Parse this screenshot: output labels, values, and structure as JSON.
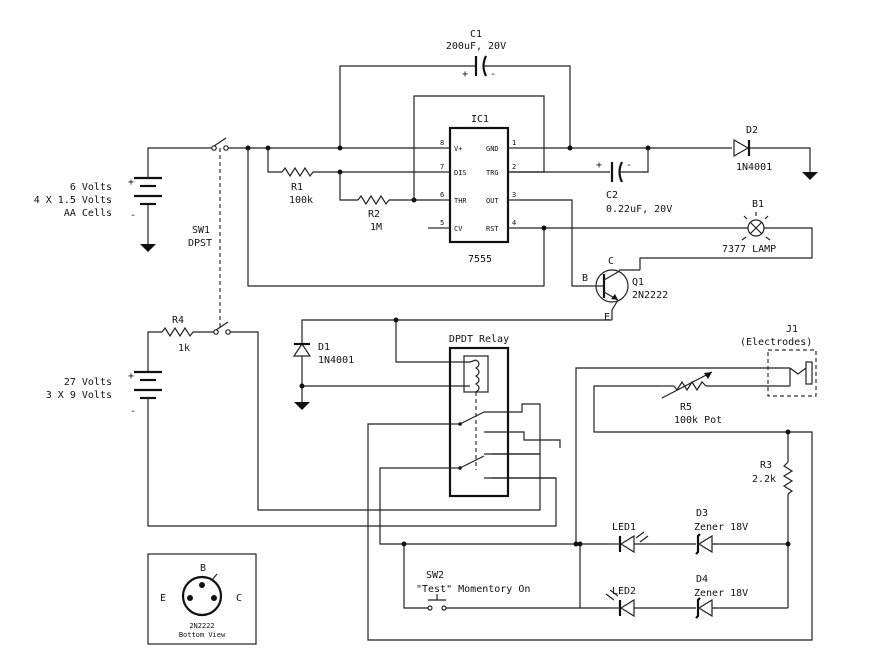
{
  "c1": {
    "name": "C1",
    "value": "200uF, 20V",
    "plus": "+",
    "minus": "-"
  },
  "c2": {
    "name": "C2",
    "value": "0.22uF, 20V",
    "plus": "+",
    "minus": "-"
  },
  "ic1": {
    "name": "IC1",
    "part": "7555",
    "pins_left": [
      {
        "num": "8",
        "label": "V+"
      },
      {
        "num": "7",
        "label": "DIS"
      },
      {
        "num": "6",
        "label": "THR"
      },
      {
        "num": "5",
        "label": "CV"
      }
    ],
    "pins_right": [
      {
        "num": "1",
        "label": "GND"
      },
      {
        "num": "2",
        "label": "TRG"
      },
      {
        "num": "3",
        "label": "OUT"
      },
      {
        "num": "4",
        "label": "RST"
      }
    ]
  },
  "d2": {
    "name": "D2",
    "part": "1N4001"
  },
  "d1": {
    "name": "D1",
    "part": "1N4001"
  },
  "b1": {
    "name": "B1",
    "part": "7377 LAMP"
  },
  "battery1": {
    "line1": "6 Volts",
    "line2": "4 X 1.5 Volts",
    "line3": "AA Cells",
    "plus": "+",
    "minus": "-"
  },
  "battery2": {
    "line1": "27 Volts",
    "line2": "3 X 9 Volts",
    "plus": "+",
    "minus": "-"
  },
  "sw1": {
    "name": "SW1",
    "type": "DPST"
  },
  "r1": {
    "name": "R1",
    "value": "100k"
  },
  "r2": {
    "name": "R2",
    "value": "1M"
  },
  "r3": {
    "name": "R3",
    "value": "2.2k"
  },
  "r4": {
    "name": "R4",
    "value": "1k"
  },
  "r5": {
    "name": "R5",
    "value": "100k Pot"
  },
  "q1": {
    "name": "Q1",
    "part": "2N2222",
    "b": "B",
    "c": "C",
    "e": "E"
  },
  "relay": {
    "label": "DPDT Relay"
  },
  "j1": {
    "name": "J1",
    "desc": "(Electrodes)"
  },
  "led1": {
    "name": "LED1"
  },
  "led2": {
    "name": "LED2"
  },
  "d3": {
    "name": "D3",
    "part": "Zener  18V"
  },
  "d4": {
    "name": "D4",
    "part": "Zener  18V"
  },
  "sw2": {
    "name": "SW2",
    "desc": "\"Test\" Momentory On"
  },
  "inset": {
    "b": "B",
    "e": "E",
    "c": "C",
    "line1": "2N2222",
    "line2": "Bottom View"
  }
}
